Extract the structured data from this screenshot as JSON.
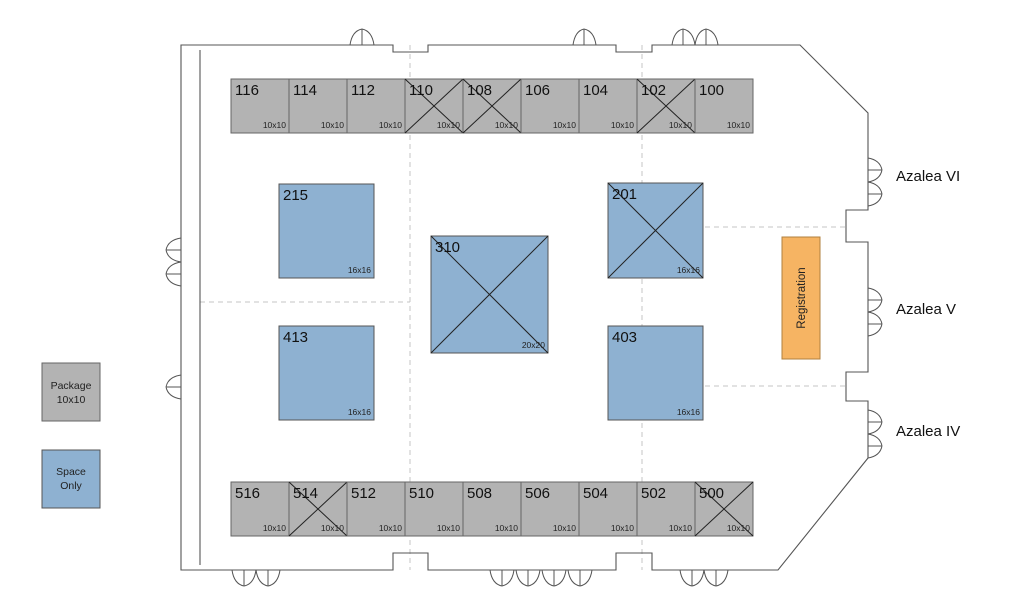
{
  "colors": {
    "package_fill": "#b3b3b3",
    "space_only_fill": "#8eb1d1",
    "registration_fill": "#f6b463"
  },
  "rooms": {
    "azalea_vi": "Azalea VI",
    "azalea_v": "Azalea V",
    "azalea_iv": "Azalea IV"
  },
  "registration": {
    "label": "Registration"
  },
  "legend": {
    "package": {
      "line1": "Package",
      "line2": "10x10"
    },
    "space_only": {
      "line1": "Space",
      "line2": "Only"
    }
  },
  "top_row": [
    {
      "number": "116",
      "size": "10x10",
      "reserved": false
    },
    {
      "number": "114",
      "size": "10x10",
      "reserved": false
    },
    {
      "number": "112",
      "size": "10x10",
      "reserved": false
    },
    {
      "number": "110",
      "size": "10x10",
      "reserved": true
    },
    {
      "number": "108",
      "size": "10x10",
      "reserved": true
    },
    {
      "number": "106",
      "size": "10x10",
      "reserved": false
    },
    {
      "number": "104",
      "size": "10x10",
      "reserved": false
    },
    {
      "number": "102",
      "size": "10x10",
      "reserved": true
    },
    {
      "number": "100",
      "size": "10x10",
      "reserved": false
    }
  ],
  "bottom_row": [
    {
      "number": "516",
      "size": "10x10",
      "reserved": false
    },
    {
      "number": "514",
      "size": "10x10",
      "reserved": true
    },
    {
      "number": "512",
      "size": "10x10",
      "reserved": false
    },
    {
      "number": "510",
      "size": "10x10",
      "reserved": false
    },
    {
      "number": "508",
      "size": "10x10",
      "reserved": false
    },
    {
      "number": "506",
      "size": "10x10",
      "reserved": false
    },
    {
      "number": "504",
      "size": "10x10",
      "reserved": false
    },
    {
      "number": "502",
      "size": "10x10",
      "reserved": false
    },
    {
      "number": "500",
      "size": "10x10",
      "reserved": true
    }
  ],
  "islands": [
    {
      "id": "215",
      "number": "215",
      "size": "16x16",
      "reserved": false
    },
    {
      "id": "413",
      "number": "413",
      "size": "16x16",
      "reserved": false
    },
    {
      "id": "310",
      "number": "310",
      "size": "20x20",
      "reserved": true
    },
    {
      "id": "201",
      "number": "201",
      "size": "16x16",
      "reserved": true
    },
    {
      "id": "403",
      "number": "403",
      "size": "16x16",
      "reserved": false
    }
  ]
}
